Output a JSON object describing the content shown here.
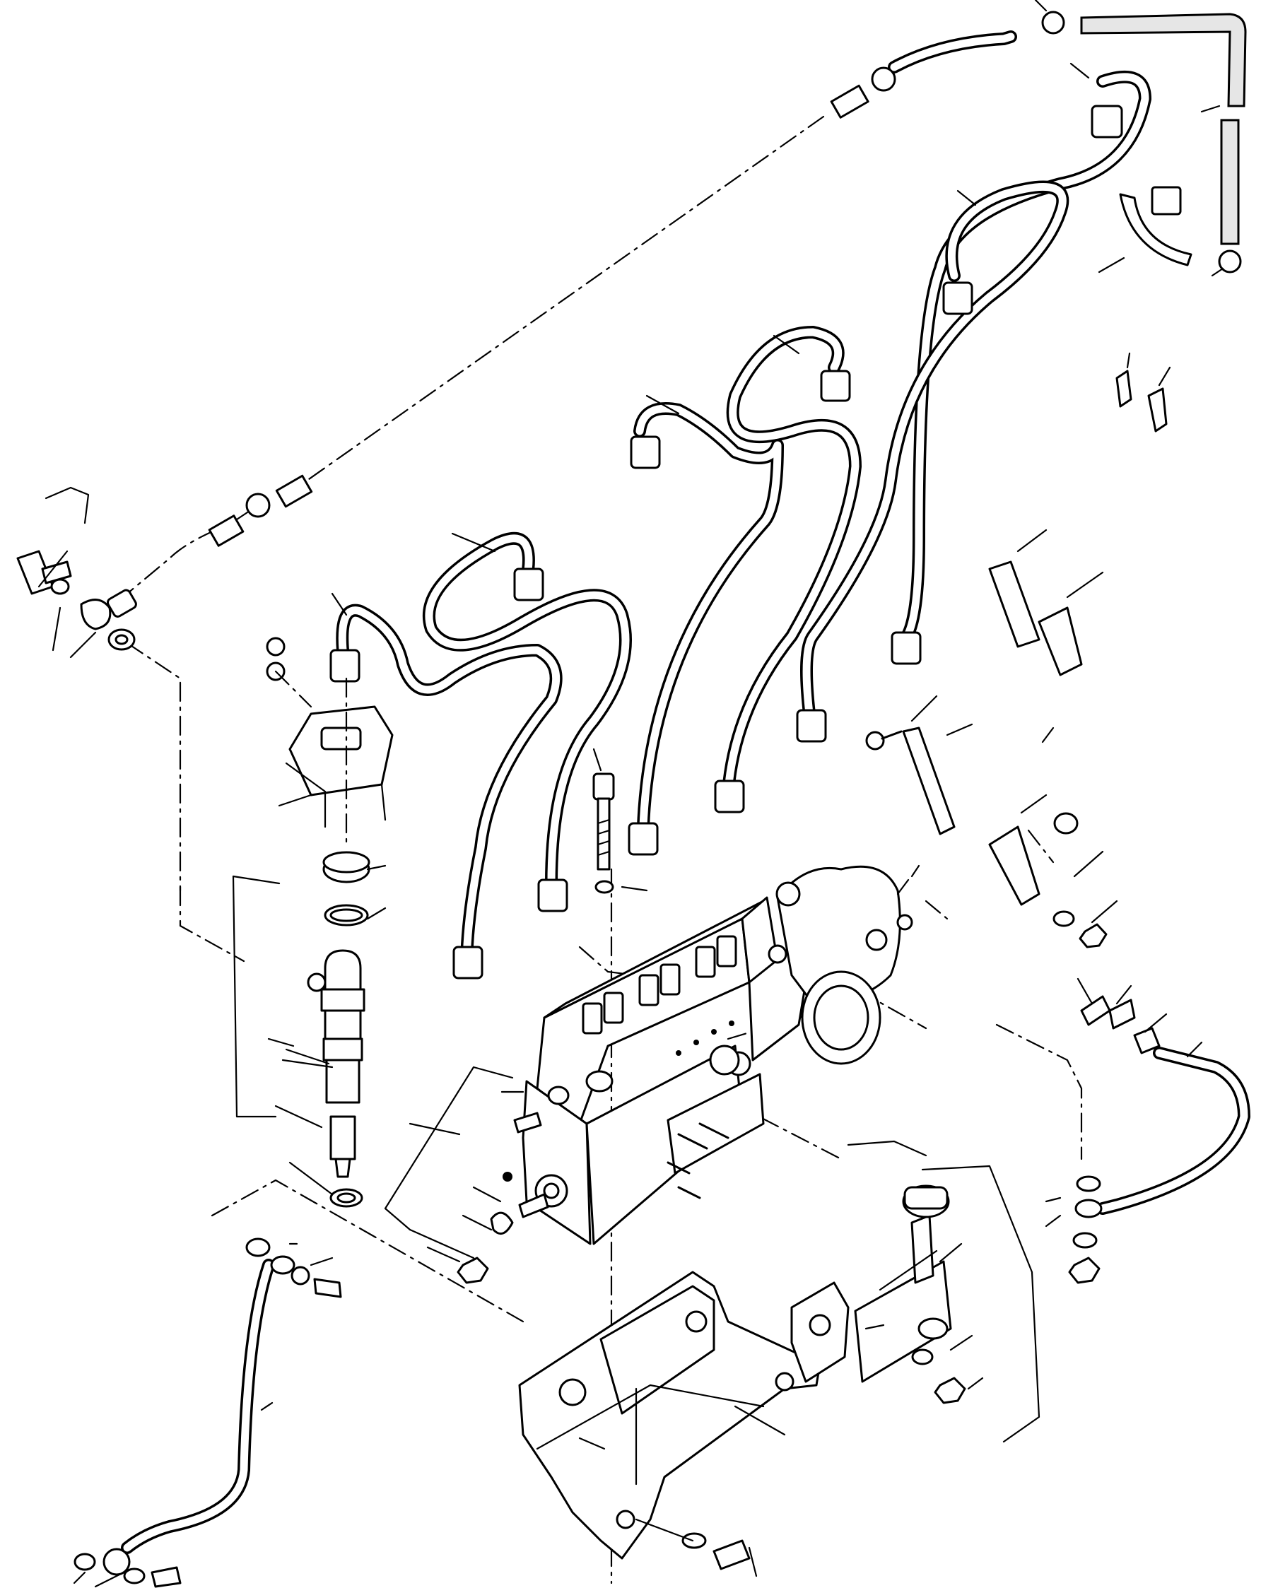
{
  "diagram": {
    "type": "exploded-parts-view",
    "line_color": "#000000",
    "background": "#ffffff",
    "parts": [
      "high-pressure-fuel-pipes",
      "fuel-injection-pump",
      "injection-nozzle-holder",
      "nozzle-holder-bracket",
      "fuel-return-line",
      "overflow-hose",
      "hose-clamps",
      "fuel-filter-lines",
      "fuel-feed-pump",
      "pump-mounting-bracket",
      "support-brackets",
      "banjo-bolts-and-gaskets",
      "nuts-and-washers"
    ],
    "labels": []
  }
}
